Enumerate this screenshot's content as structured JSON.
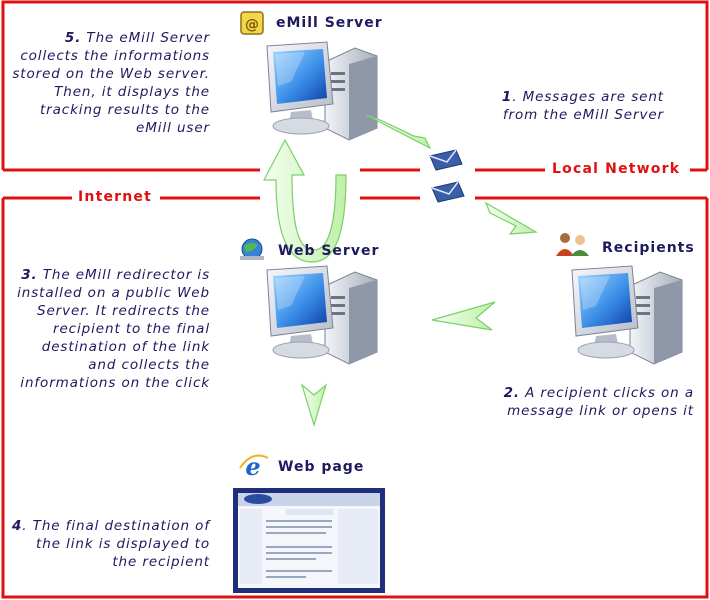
{
  "labels": {
    "local_network": "Local Network",
    "internet": "Internet"
  },
  "nodes": {
    "emill_server": "eMill Server",
    "web_server": "Web Server",
    "recipients": "Recipients",
    "web_page": "Web page"
  },
  "steps": {
    "s1_num": "1",
    "s1_text": ". Messages are sent from the eMill Server",
    "s2_num": "2.",
    "s2_text": " A recipient clicks on a message link or opens it",
    "s3_num": "3.",
    "s3_text": " The eMill redirector is installed on a public Web Server. It redirects the recipient to the final destination of the link and collects the informations on the click",
    "s4_num": "4",
    "s4_text": ". The final destination of the link is displayed to the recipient",
    "s5_num": "5.",
    "s5_text": " The eMill Server collects the informations stored on the Web server. Then, it displays the tracking results to the eMill user"
  },
  "colors": {
    "network_line": "#e01010",
    "text": "#1e1a5e",
    "arrow_fill": "#d8f7c8",
    "arrow_stroke": "#7ccf6a"
  },
  "icons": {
    "emill": "emill-logo-icon",
    "web_server": "globe-icon",
    "recipients": "people-icon",
    "web_page": "ie-logo-icon",
    "message": "envelope-icon"
  }
}
